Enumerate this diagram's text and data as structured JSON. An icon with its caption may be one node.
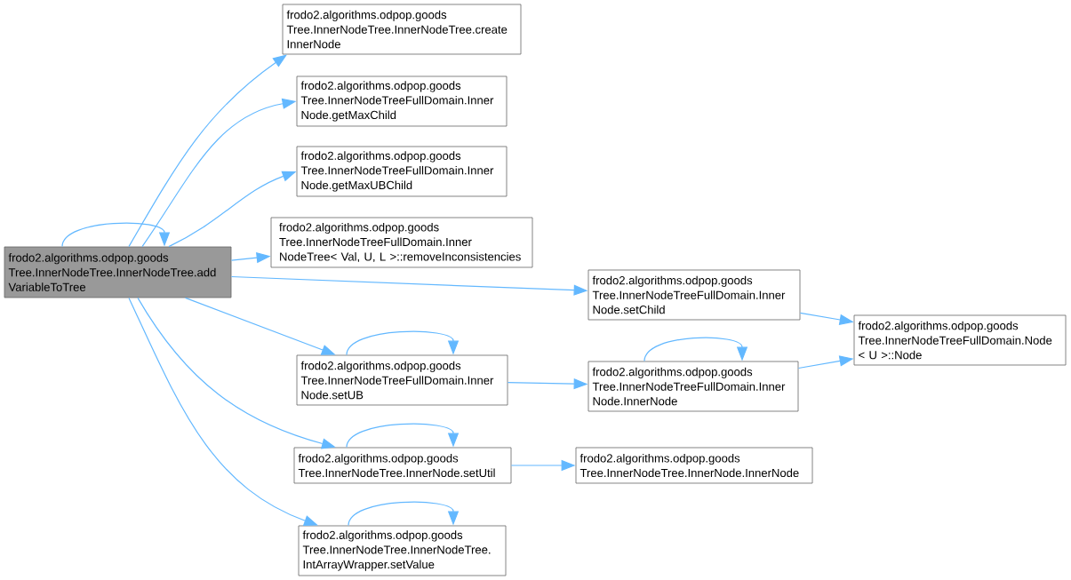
{
  "diagram": {
    "nodes": [
      {
        "text": [
          "frodo2.algorithms.odpop.goods Tree.InnerNodeTree.InnerNodeTree.add VariableToTree"
        ]
      },
      {
        "text": [
          "frodo2.algorithms.odpop.goods Tree.InnerNodeTree.InnerNodeTree.create InnerNode"
        ]
      },
      {
        "text": [
          "frodo2.algorithms.odpop.goods Tree.InnerNodeTreeFullDomain.Inner Node.getMaxChild"
        ]
      },
      {
        "text": [
          "frodo2.algorithms.odpop.goods Tree.InnerNodeTreeFullDomain.Inner Node.getMaxUBChild"
        ]
      },
      {
        "text": [
          "frodo2.algorithms.odpop.goods Tree.InnerNodeTreeFullDomain.Inner NodeTree< Val, U, L >::removeInconsistencies"
        ]
      },
      {
        "text": [
          "frodo2.algorithms.odpop.goods Tree.InnerNodeTreeFullDomain.Inner Node.setChild"
        ]
      },
      {
        "text": [
          "frodo2.algorithms.odpop.goods Tree.InnerNodeTreeFullDomain.Node < U >::Node"
        ]
      },
      {
        "text": [
          "frodo2.algorithms.odpop.goods Tree.InnerNodeTreeFullDomain.Inner Node.setUB"
        ]
      },
      {
        "text": [
          "frodo2.algorithms.odpop.goods Tree.InnerNodeTreeFullDomain.Inner Node.InnerNode"
        ]
      },
      {
        "text": [
          "frodo2.algorithms.odpop.goods Tree.InnerNodeTree.InnerNode.setUtil"
        ]
      },
      {
        "text": [
          "frodo2.algorithms.odpop.goods Tree.InnerNodeTree.InnerNode.InnerNode"
        ]
      },
      {
        "text": [
          "frodo2.algorithms.odpop.goods Tree.InnerNodeTree.InnerNodeTree. IntArrayWrapper.setValue"
        ]
      }
    ],
    "edges": [
      {
        "from": 0,
        "to": 0,
        "arrow": "to"
      },
      {
        "from": 0,
        "to": 1,
        "arrow": "to"
      },
      {
        "from": 0,
        "to": 2,
        "arrow": "to"
      },
      {
        "from": 0,
        "to": 3,
        "arrow": "to"
      },
      {
        "from": 0,
        "to": 4,
        "arrow": "to"
      },
      {
        "from": 0,
        "to": 5,
        "arrow": "to"
      },
      {
        "from": 0,
        "to": 7,
        "arrow": "to"
      },
      {
        "from": 0,
        "to": 9,
        "arrow": "to"
      },
      {
        "from": 0,
        "to": 11,
        "arrow": "to"
      },
      {
        "from": 5,
        "to": 6,
        "arrow": "to"
      },
      {
        "from": 7,
        "to": 7,
        "arrow": "to"
      },
      {
        "from": 7,
        "to": 8,
        "arrow": "to"
      },
      {
        "from": 8,
        "to": 8,
        "arrow": "to"
      },
      {
        "from": 8,
        "to": 6,
        "arrow": "to"
      },
      {
        "from": 9,
        "to": 9,
        "arrow": "to"
      },
      {
        "from": 9,
        "to": 10,
        "arrow": "to"
      },
      {
        "from": 11,
        "to": 11,
        "arrow": "to"
      }
    ]
  }
}
